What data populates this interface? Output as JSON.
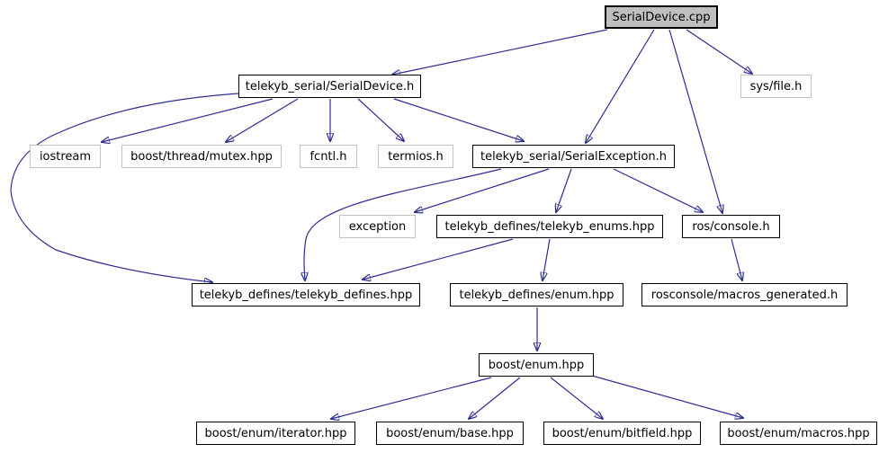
{
  "diagram": {
    "type": "include-dependency-graph",
    "root": "SerialDevice.cpp",
    "colors": {
      "edge": "#2d2d94",
      "main_node_fill": "#bfbfbf",
      "linked_node_border": "#000000",
      "plain_node_border": "#c3c3c3",
      "node_fill": "#ffffff"
    },
    "nodes": [
      {
        "id": "serialdevice-cpp",
        "label": "SerialDevice.cpp",
        "type": "main"
      },
      {
        "id": "telekyb-serial-serialdevice-h",
        "label": "telekyb_serial/SerialDevice.h",
        "type": "linked"
      },
      {
        "id": "sys-file-h",
        "label": "sys/file.h",
        "type": "plain"
      },
      {
        "id": "iostream",
        "label": "iostream",
        "type": "plain"
      },
      {
        "id": "boost-thread-mutex-hpp",
        "label": "boost/thread/mutex.hpp",
        "type": "plain"
      },
      {
        "id": "fcntl-h",
        "label": "fcntl.h",
        "type": "plain"
      },
      {
        "id": "termios-h",
        "label": "termios.h",
        "type": "plain"
      },
      {
        "id": "telekyb-serial-serialexception-h",
        "label": "telekyb_serial/SerialException.h",
        "type": "linked"
      },
      {
        "id": "exception",
        "label": "exception",
        "type": "plain"
      },
      {
        "id": "telekyb-defines-telekyb-enums-hpp",
        "label": "telekyb_defines/telekyb_enums.hpp",
        "type": "linked"
      },
      {
        "id": "ros-console-h",
        "label": "ros/console.h",
        "type": "linked"
      },
      {
        "id": "telekyb-defines-telekyb-defines-hpp",
        "label": "telekyb_defines/telekyb_defines.hpp",
        "type": "linked"
      },
      {
        "id": "telekyb-defines-enum-hpp",
        "label": "telekyb_defines/enum.hpp",
        "type": "linked"
      },
      {
        "id": "rosconsole-macros-generated-h",
        "label": "rosconsole/macros_generated.h",
        "type": "linked"
      },
      {
        "id": "boost-enum-hpp",
        "label": "boost/enum.hpp",
        "type": "linked"
      },
      {
        "id": "boost-enum-iterator-hpp",
        "label": "boost/enum/iterator.hpp",
        "type": "linked"
      },
      {
        "id": "boost-enum-base-hpp",
        "label": "boost/enum/base.hpp",
        "type": "linked"
      },
      {
        "id": "boost-enum-bitfield-hpp",
        "label": "boost/enum/bitfield.hpp",
        "type": "linked"
      },
      {
        "id": "boost-enum-macros-hpp",
        "label": "boost/enum/macros.hpp",
        "type": "linked"
      }
    ],
    "edges": [
      {
        "from": "serialdevice-cpp",
        "to": "telekyb-serial-serialdevice-h"
      },
      {
        "from": "serialdevice-cpp",
        "to": "telekyb-serial-serialexception-h"
      },
      {
        "from": "serialdevice-cpp",
        "to": "ros-console-h"
      },
      {
        "from": "serialdevice-cpp",
        "to": "sys-file-h"
      },
      {
        "from": "telekyb-serial-serialdevice-h",
        "to": "iostream"
      },
      {
        "from": "telekyb-serial-serialdevice-h",
        "to": "boost-thread-mutex-hpp"
      },
      {
        "from": "telekyb-serial-serialdevice-h",
        "to": "fcntl-h"
      },
      {
        "from": "telekyb-serial-serialdevice-h",
        "to": "termios-h"
      },
      {
        "from": "telekyb-serial-serialdevice-h",
        "to": "telekyb-serial-serialexception-h"
      },
      {
        "from": "telekyb-serial-serialdevice-h",
        "to": "telekyb-defines-telekyb-defines-hpp"
      },
      {
        "from": "telekyb-serial-serialexception-h",
        "to": "exception"
      },
      {
        "from": "telekyb-serial-serialexception-h",
        "to": "telekyb-defines-telekyb-enums-hpp"
      },
      {
        "from": "telekyb-serial-serialexception-h",
        "to": "ros-console-h"
      },
      {
        "from": "telekyb-serial-serialexception-h",
        "to": "telekyb-defines-telekyb-defines-hpp"
      },
      {
        "from": "telekyb-defines-telekyb-enums-hpp",
        "to": "telekyb-defines-telekyb-defines-hpp"
      },
      {
        "from": "telekyb-defines-telekyb-enums-hpp",
        "to": "telekyb-defines-enum-hpp"
      },
      {
        "from": "ros-console-h",
        "to": "rosconsole-macros-generated-h"
      },
      {
        "from": "telekyb-defines-enum-hpp",
        "to": "boost-enum-hpp"
      },
      {
        "from": "boost-enum-hpp",
        "to": "boost-enum-iterator-hpp"
      },
      {
        "from": "boost-enum-hpp",
        "to": "boost-enum-base-hpp"
      },
      {
        "from": "boost-enum-hpp",
        "to": "boost-enum-bitfield-hpp"
      },
      {
        "from": "boost-enum-hpp",
        "to": "boost-enum-macros-hpp"
      }
    ]
  }
}
